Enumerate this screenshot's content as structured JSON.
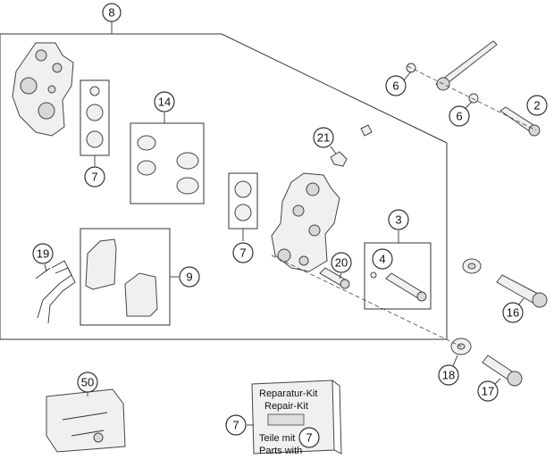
{
  "callouts": {
    "c8": "8",
    "c7a": "7",
    "c14": "14",
    "c7b": "7",
    "c19": "19",
    "c9": "9",
    "c21": "21",
    "c6a": "6",
    "c6b": "6",
    "c2": "2",
    "c3": "3",
    "c4": "4",
    "c20": "20",
    "c16": "16",
    "c18": "18",
    "c17": "17",
    "c50": "50",
    "c7c": "7",
    "c7d": "7"
  },
  "repair_kit": {
    "line1": "Reparatur-Kit",
    "line2": "Repair-Kit",
    "line3": "Teile mit",
    "line4": "Parts with"
  },
  "colors": {
    "line": "#333333",
    "fill": "#f0f0f0"
  }
}
